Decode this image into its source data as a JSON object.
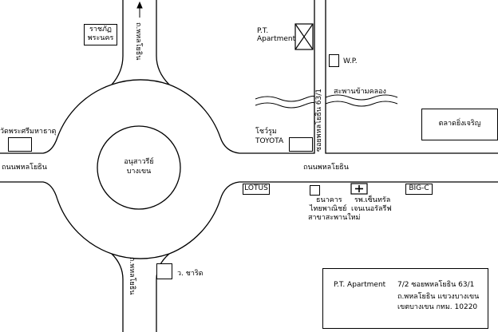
{
  "labels": {
    "rajabhat_line1": "ราชภัฏ",
    "rajabhat_line2": "พระนคร",
    "phahon_north": "ถ.พหลโยธิน",
    "pt_apartment_line1": "P.T.",
    "pt_apartment_line2": "Apartment",
    "wp": "W.P.",
    "canal_bridge": "สะพานข้ามคลอง",
    "soi_label": "ซอยพหลโยธิน 63/1",
    "market": "ตลาดยิ่งเจริญ",
    "temple": "วัดพระศรีมหาธาตุ",
    "toyota_line1": "โชว์รูม",
    "toyota_line2": "TOYOTA",
    "monument_line1": "อนุสาวรีย์",
    "monument_line2": "บางเขน",
    "road_west": "ถนนพหลโยธิน",
    "road_east": "ถนนพหลโยธิน",
    "lotus": "LOTUS",
    "bigc": "BIG-C",
    "bank_line1": "ธนาคาร",
    "bank_line2": "ไทยพาณิชย์",
    "bank_line3": "สาขาสะพานใหม่",
    "hospital_line1": "รพ.เซ็นทรัล",
    "hospital_line2": "เจนเนอรัลรีฟ",
    "phahon_south": "ถ.พหลโยธิน",
    "school": "ว. ชาริด",
    "address_name": "P.T. Apartment",
    "address_line1": "7/2 ซอยพหลโยธิน 63/1",
    "address_line2": "ถ.พหลโยธิน แขวงบางเขน",
    "address_line3": "เขตบางเขน กทม. 10220"
  }
}
